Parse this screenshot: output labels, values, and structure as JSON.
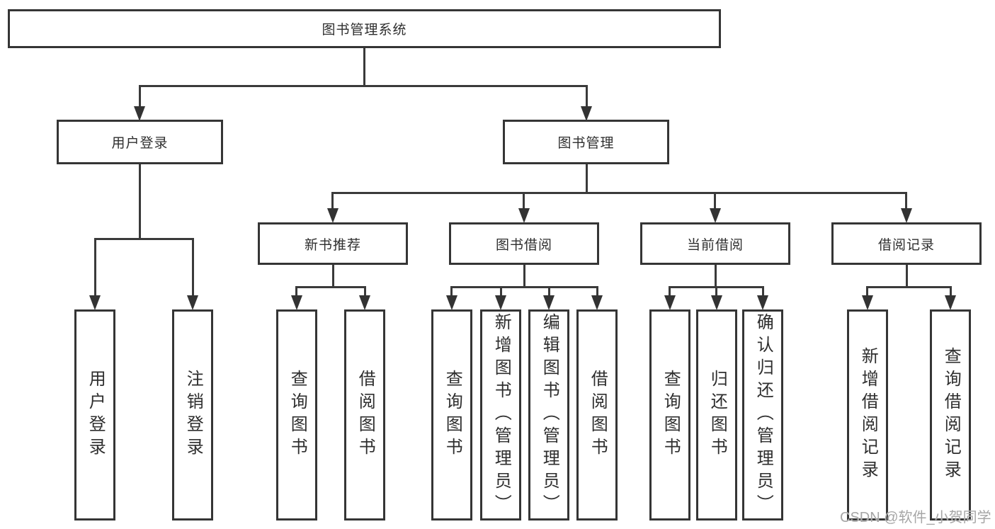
{
  "tree": {
    "label": "图书管理系统",
    "children": [
      {
        "label": "用户登录",
        "children": [
          {
            "label": "用户登录"
          },
          {
            "label": "注销登录"
          }
        ]
      },
      {
        "label": "图书管理",
        "children": [
          {
            "label": "新书推荐",
            "children": [
              {
                "label": "查询图书"
              },
              {
                "label": "借阅图书"
              }
            ]
          },
          {
            "label": "图书借阅",
            "children": [
              {
                "label": "查询图书"
              },
              {
                "label": "新增图书（管理员）"
              },
              {
                "label": "编辑图书（管理员）"
              },
              {
                "label": "借阅图书"
              }
            ]
          },
          {
            "label": "当前借阅",
            "children": [
              {
                "label": "查询图书"
              },
              {
                "label": "归还图书"
              },
              {
                "label": "确认归还（管理员）"
              }
            ]
          },
          {
            "label": "借阅记录",
            "children": [
              {
                "label": "新增借阅记录"
              },
              {
                "label": "查询借阅记录"
              }
            ]
          }
        ]
      }
    ]
  },
  "watermark": "CSDN @软件_小贺同学",
  "colors": {
    "line": "#3a3a3a",
    "border": "#353535",
    "text": "#2e2e2e",
    "watermark": "#a6a6a6",
    "background": "#ffffff"
  }
}
